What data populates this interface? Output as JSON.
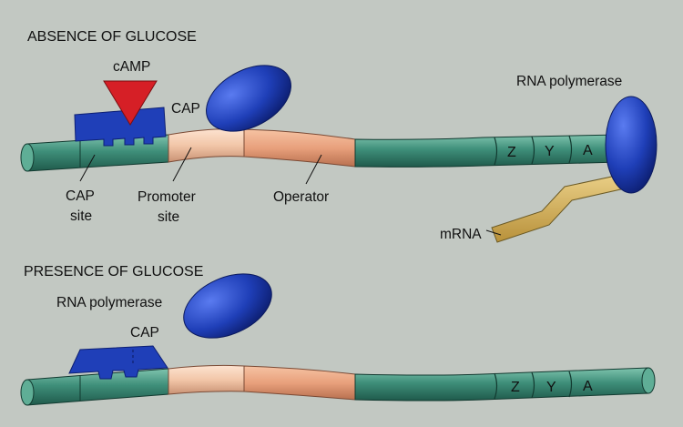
{
  "top_panel": {
    "heading": "ABSENCE OF GLUCOSE",
    "camp_label": "cAMP",
    "cap_label": "CAP",
    "rna_polymerase_label": "RNA polymerase",
    "cap_site_label": [
      "CAP",
      "site"
    ],
    "promoter_site_label": [
      "Promoter",
      "site"
    ],
    "operator_label": "Operator",
    "mrna_label": "mRNA",
    "genes": [
      "Z",
      "Y",
      "A"
    ]
  },
  "bottom_panel": {
    "heading": "PRESENCE OF GLUCOSE",
    "rna_polymerase_label": "RNA polymerase",
    "cap_label": "CAP",
    "genes": [
      "Z",
      "Y",
      "A"
    ]
  },
  "colors": {
    "background": "#c2c8c2",
    "dna": "#3f8f7a",
    "promoter": "#f2c6a8",
    "operator": "#e8a07c",
    "protein_blue": "#1f3fb8",
    "camp_red": "#d61f26",
    "mrna": "#d9b55a"
  },
  "icons": {
    "camp": "red-triangle",
    "cap_protein": "blue-block",
    "rna_polymerase": "blue-oval"
  }
}
